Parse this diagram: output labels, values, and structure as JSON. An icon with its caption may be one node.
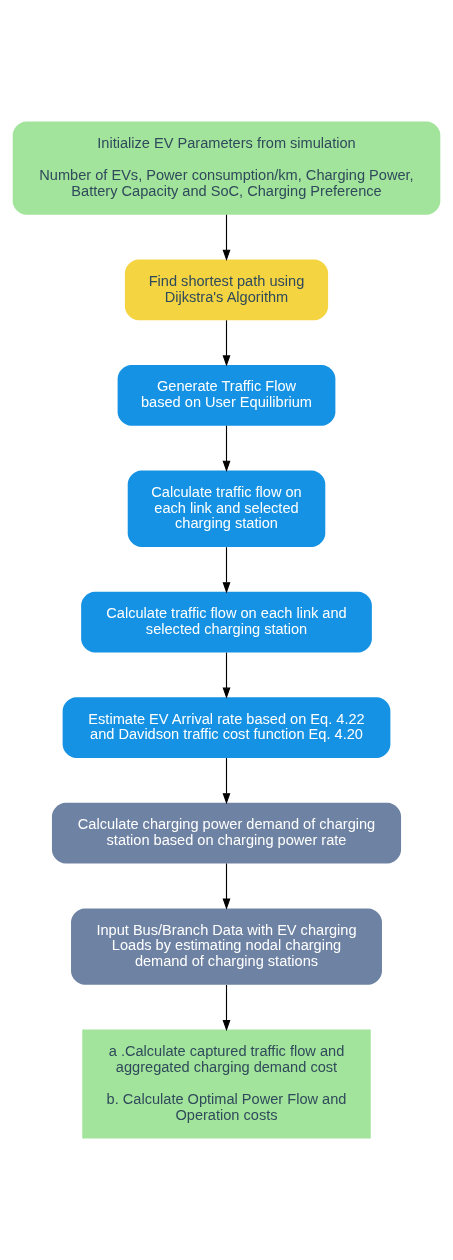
{
  "diagram": {
    "nodes": [
      {
        "text": [
          "Initialize EV Parameters from simulation",
          "Number of EVs, Power consumption/km, Charging Power, Battery Capacity and SoC, Charging Preference"
        ]
      },
      {
        "text": [
          "Find shortest path using Dijkstra's Algorithm"
        ]
      },
      {
        "text": [
          "Generate Traffic Flow based on User Equilibrium"
        ]
      },
      {
        "text": [
          "Calculate traffic flow on each link and selected charging station"
        ]
      },
      {
        "text": [
          "Calculate traffic flow on each link and selected charging station"
        ]
      },
      {
        "text": [
          "Estimate EV Arrival rate based on Eq. 4.22 and Davidson traffic cost function Eq. 4.20"
        ]
      },
      {
        "text": [
          "Calculate charging power demand of charging station based on charging power rate"
        ]
      },
      {
        "text": [
          "Input Bus/Branch Data with EV charging Loads by estimating nodal charging demand of charging stations"
        ]
      },
      {
        "text": [
          "a .Calculate captured traffic flow and aggregated charging demand cost",
          "b. Calculate Optimal Power Flow and Operation costs"
        ]
      }
    ],
    "edges": [
      {
        "from": 0,
        "to": 1,
        "arrow": "to"
      },
      {
        "from": 1,
        "to": 2,
        "arrow": "to"
      },
      {
        "from": 2,
        "to": 3,
        "arrow": "to"
      },
      {
        "from": 3,
        "to": 4,
        "arrow": "to"
      },
      {
        "from": 4,
        "to": 5,
        "arrow": "to"
      },
      {
        "from": 5,
        "to": 6,
        "arrow": "to"
      },
      {
        "from": 6,
        "to": 7,
        "arrow": "to"
      },
      {
        "from": 7,
        "to": 8,
        "arrow": "to"
      }
    ]
  }
}
